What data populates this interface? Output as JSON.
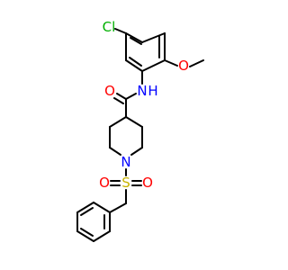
{
  "molecule": {
    "atoms": {
      "cl": {
        "text": "Cl",
        "color": "#00b000"
      },
      "o_methoxy": {
        "text": "O",
        "color": "#ff0000"
      },
      "n_amide": {
        "text": "N",
        "color": "#0000ff"
      },
      "h_amide": {
        "text": "H",
        "color": "#0000ff"
      },
      "o_carbonyl": {
        "text": "O",
        "color": "#ff0000"
      },
      "n_piperidine": {
        "text": "N",
        "color": "#0000ff"
      },
      "s_sulfonyl": {
        "text": "S",
        "color": "#c8b400"
      },
      "o_sulfonyl_left": {
        "text": "O",
        "color": "#ff0000"
      },
      "o_sulfonyl_right": {
        "text": "O",
        "color": "#ff0000"
      }
    },
    "bond_color": "#000000"
  }
}
